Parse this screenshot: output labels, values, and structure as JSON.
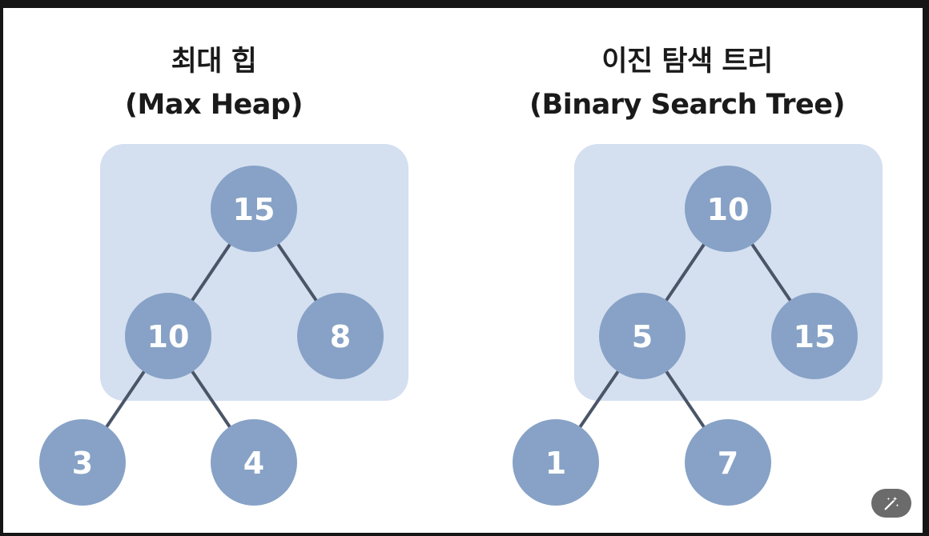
{
  "heap": {
    "title_ko": "최대 힙",
    "title_en": "(Max Heap)",
    "nodes": [
      "15",
      "10",
      "8",
      "3",
      "4"
    ]
  },
  "bst": {
    "title_ko": "이진 탐색 트리",
    "title_en": "(Binary Search Tree)",
    "nodes": [
      "10",
      "5",
      "15",
      "1",
      "7"
    ]
  },
  "colors": {
    "node_fill": "#87a2c6",
    "panel_fill": "#d4dff0",
    "edge": "#4a5568",
    "background": "#ffffff"
  },
  "toolbar": {
    "magic_icon": "magic-wand-icon"
  }
}
